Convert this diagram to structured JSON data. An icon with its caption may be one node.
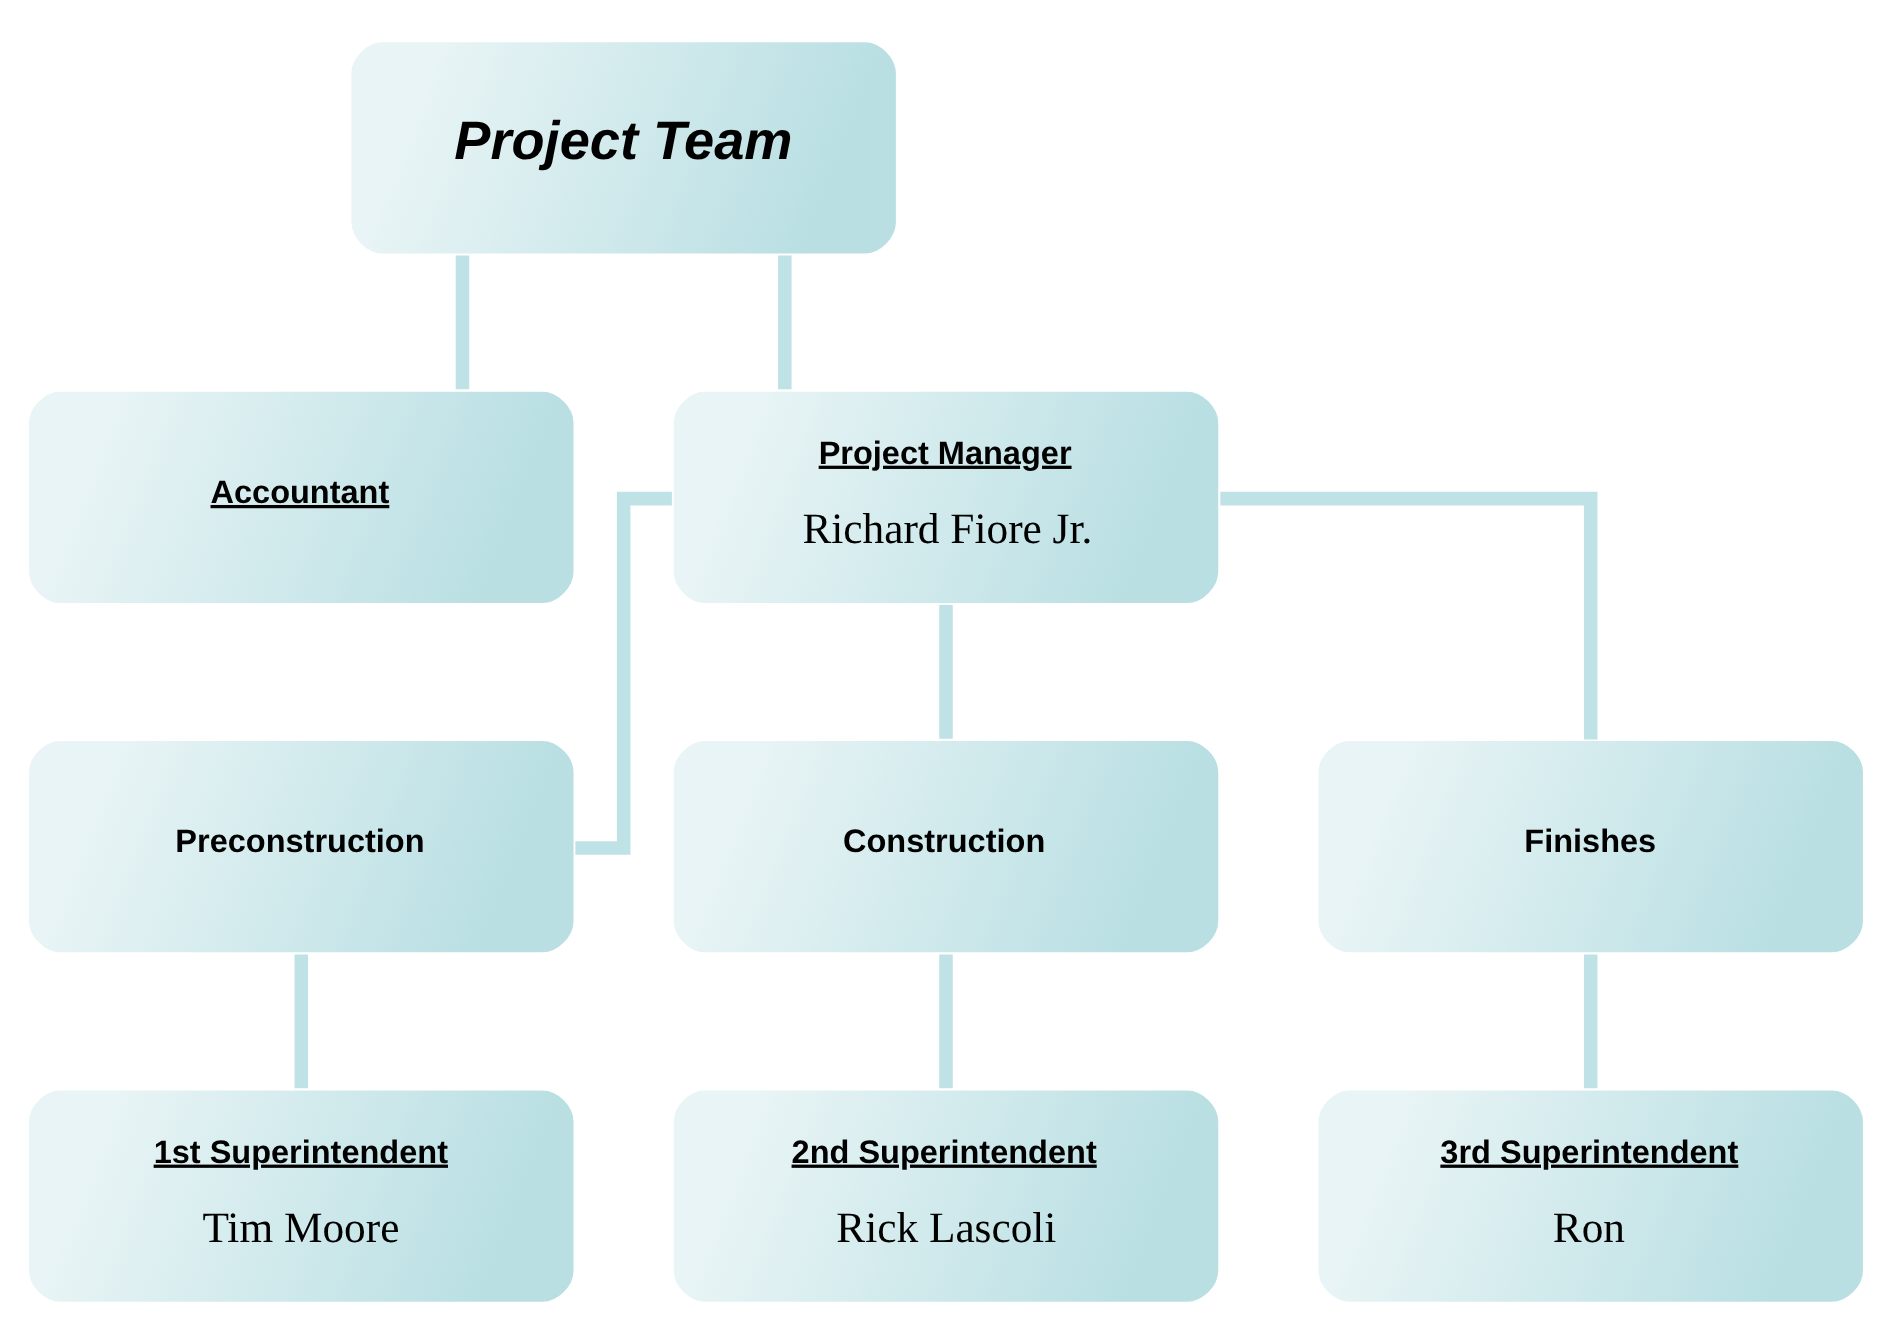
{
  "diagram": {
    "nodes": [
      {
        "text": [
          "Project Team"
        ]
      },
      {
        "text": [
          "Accountant"
        ]
      },
      {
        "text": [
          "Project Manager",
          "Richard Fiore Jr."
        ]
      },
      {
        "text": [
          "Preconstruction"
        ]
      },
      {
        "text": [
          "Construction"
        ]
      },
      {
        "text": [
          "Finishes"
        ]
      },
      {
        "text": [
          "1st Superintendent",
          "Tim Moore"
        ]
      },
      {
        "text": [
          "2nd Superintendent",
          "Rick Lascoli"
        ]
      },
      {
        "text": [
          "3rd Superintendent",
          "Ron"
        ]
      }
    ],
    "edges": [
      {
        "from": 0,
        "to": 1,
        "arrow": "none"
      },
      {
        "from": 0,
        "to": 2,
        "arrow": "none"
      },
      {
        "from": 2,
        "to": 3,
        "arrow": "none"
      },
      {
        "from": 2,
        "to": 4,
        "arrow": "none"
      },
      {
        "from": 2,
        "to": 5,
        "arrow": "none"
      },
      {
        "from": 3,
        "to": 6,
        "arrow": "none"
      },
      {
        "from": 4,
        "to": 7,
        "arrow": "none"
      },
      {
        "from": 5,
        "to": 8,
        "arrow": "none"
      }
    ]
  }
}
